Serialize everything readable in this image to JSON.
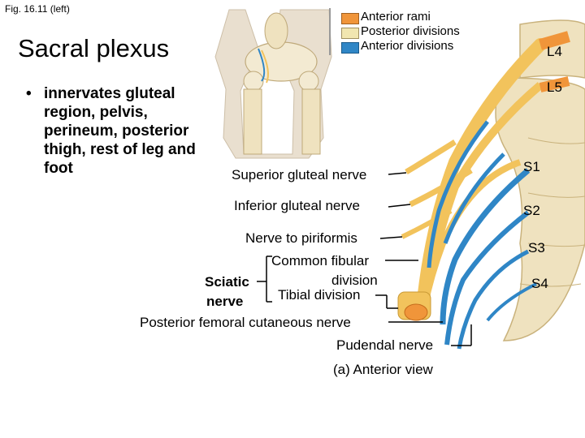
{
  "figure_caption": "Fig. 16.11 (left)",
  "title": "Sacral plexus",
  "bullet": {
    "marker": "•",
    "lines": [
      "innervates gluteal",
      "region, pelvis,",
      "perineum, posterior",
      "thigh, rest of leg and",
      "foot"
    ]
  },
  "legend": [
    {
      "label": "Anterior rami",
      "color": "#f0953a"
    },
    {
      "label": "Posterior divisions",
      "color": "#f1e6b0"
    },
    {
      "label": "Anterior divisions",
      "color": "#2f86c6"
    }
  ],
  "segments": [
    "L4",
    "L5",
    "S1",
    "S2",
    "S3",
    "S4"
  ],
  "labels": {
    "superior_gluteal": "Superior gluteal nerve",
    "inferior_gluteal": "Inferior gluteal nerve",
    "piriformis": "Nerve to piriformis",
    "common_fibular_1": "Common fibular",
    "common_fibular_2": "division",
    "tibial": "Tibial division",
    "sciatic_1": "Sciatic",
    "sciatic_2": "nerve",
    "posterior_femoral": "Posterior femoral cutaneous nerve",
    "pudendal": "Pudendal nerve",
    "view": "(a) Anterior view"
  },
  "colors": {
    "nerve_yellow": "#f2c35c",
    "nerve_orange": "#f0953a",
    "nerve_blue": "#2f86c6",
    "bone": "#efe2bf",
    "bone_shade": "#d8c38e",
    "skin": "#e9dfcf"
  }
}
